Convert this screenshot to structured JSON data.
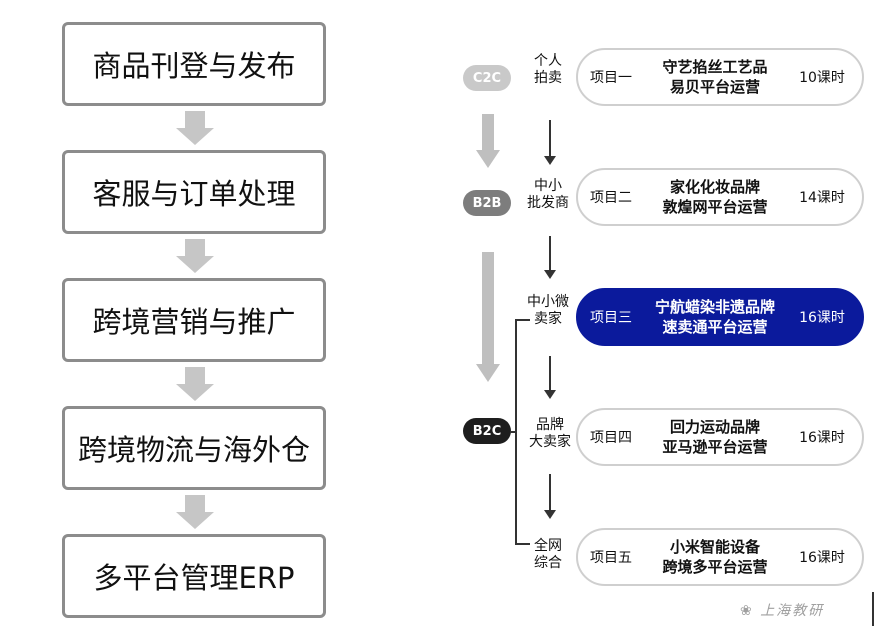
{
  "flow": {
    "stages": [
      {
        "label": "商品刊登与发布"
      },
      {
        "label": "客服与订单处理"
      },
      {
        "label": "跨境营销与推广"
      },
      {
        "label": "跨境物流与海外仓"
      },
      {
        "label": "多平台管理ERP"
      }
    ]
  },
  "models": {
    "c2c": "C2C",
    "b2b": "B2B",
    "b2c": "B2C"
  },
  "sellers": {
    "s1_line1": "个人",
    "s1_line2": "拍卖",
    "s2_line1": "中小",
    "s2_line2": "批发商",
    "s3_line1": "中小微",
    "s3_line2": "卖家",
    "s4_line1": "品牌",
    "s4_line2": "大卖家",
    "s5_line1": "全网",
    "s5_line2": "综合"
  },
  "projects": [
    {
      "num": "项目一",
      "title1": "守艺掐丝工艺品",
      "title2": "易贝平台运营",
      "hours": "10课时",
      "active": false
    },
    {
      "num": "项目二",
      "title1": "家化化妆品牌",
      "title2": "敦煌网平台运营",
      "hours": "14课时",
      "active": false
    },
    {
      "num": "项目三",
      "title1": "宁航蜡染非遗品牌",
      "title2": "速卖通平台运营",
      "hours": "16课时",
      "active": true
    },
    {
      "num": "项目四",
      "title1": "回力运动品牌",
      "title2": "亚马逊平台运营",
      "hours": "16课时",
      "active": false
    },
    {
      "num": "项目五",
      "title1": "小米智能设备",
      "title2": "跨境多平台运营",
      "hours": "16课时",
      "active": false
    }
  ],
  "watermark": "上海教研",
  "colors": {
    "active": "#0b1a9c",
    "arrow": "#c6c6c6",
    "border": "#8c8c8c"
  }
}
